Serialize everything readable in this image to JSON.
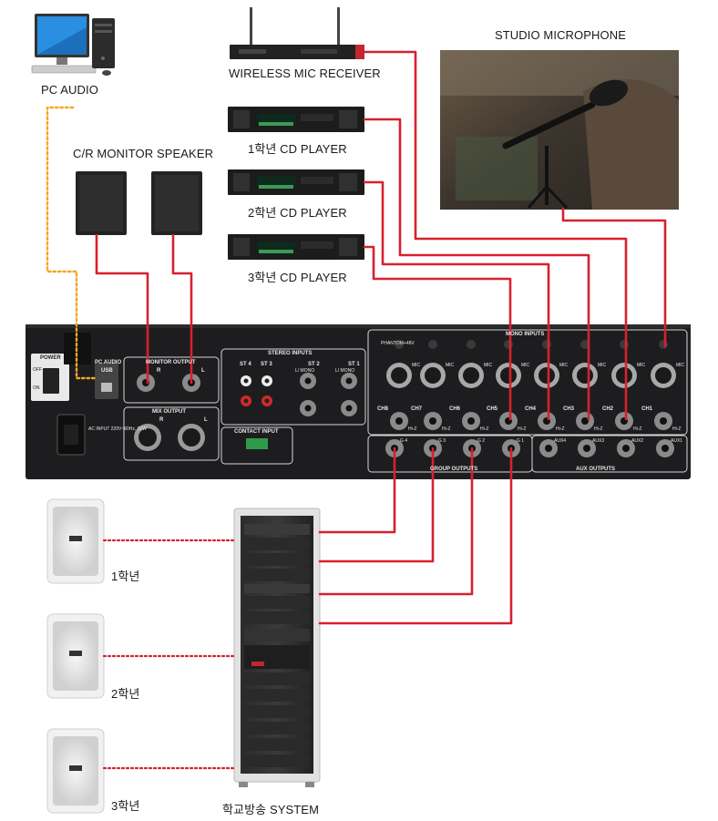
{
  "devices": {
    "pc_audio": "PC AUDIO",
    "wireless_mic_receiver": "WIRELESS MIC RECEIVER",
    "studio_microphone": "STUDIO MICROPHONE",
    "monitor_speaker": "C/R MONITOR SPEAKER",
    "cd_player_1": "1학년 CD PLAYER",
    "cd_player_2": "2학년 CD PLAYER",
    "cd_player_3": "3학년 CD PLAYER",
    "speaker_1": "1학년",
    "speaker_2": "2학년",
    "speaker_3": "3학년",
    "system": "학교방송 SYSTEM"
  },
  "mixer_panel": {
    "power": "POWER",
    "off": "OFF",
    "on": "ON",
    "pc_audio": "PC AUDIO",
    "usb": "USB",
    "monitor_output": "MONITOR OUTPUT",
    "r": "R",
    "l": "L",
    "mix_output": "MIX OUTPUT",
    "ac_input": "AC INPUT 220V~60Hz, 31W",
    "stereo_inputs": "STEREO INPUTS",
    "st4": "ST 4",
    "st3": "ST 3",
    "st2": "ST 2",
    "st1": "ST 1",
    "l_mono": "L/ MONO",
    "contact_input": "CONTACT INPUT",
    "mono_inputs": "MONO INPUTS",
    "phantom": "PHANTOM+48V",
    "mic": "MIC",
    "channels": [
      "CH8",
      "CH7",
      "CH6",
      "CH5",
      "CH4",
      "CH3",
      "CH2",
      "CH1"
    ],
    "hi_z": "Hi-Z",
    "group_outputs_title": "GROUP OUTPUTS",
    "groups": [
      "G 4",
      "G 3",
      "G 2",
      "G 1"
    ],
    "aux_outputs_title": "AUX OUTPUTS",
    "aux": [
      "AUX4",
      "AUX3",
      "AUX2",
      "AUX1"
    ]
  },
  "colors": {
    "cable_red": "#d7202f",
    "cable_usb": "#f5a623",
    "speaker_link": "#d7202f",
    "panel_black": "#1d1d1f"
  }
}
